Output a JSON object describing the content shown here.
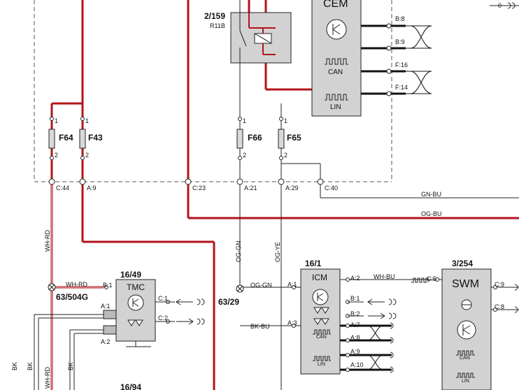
{
  "colors": {
    "red": "#b3141b",
    "grey_box": "#d2d2d2",
    "black": "#111111",
    "pink_wire": "#d9a3a7"
  },
  "cem": {
    "title": "CEM",
    "pins": [
      "B:8",
      "B:9",
      "F:16",
      "F:14"
    ],
    "can": "CAN",
    "lin": "LIN"
  },
  "relay": {
    "ref": "2/159",
    "code": "R11B"
  },
  "fuses": [
    {
      "name": "F64",
      "pin_top": "1",
      "pin_bottom": "2",
      "conn": "C:44"
    },
    {
      "name": "F43",
      "pin_top": "1",
      "pin_bottom": "2",
      "conn": "A:9"
    },
    {
      "name": "F66",
      "pin_top": "1",
      "pin_bottom": "2",
      "conn": "A:21"
    },
    {
      "name": "F65",
      "pin_top": "1",
      "pin_bottom": "2",
      "conn": "A:29"
    }
  ],
  "connectors": {
    "c23": "C:23",
    "c40": "C:40"
  },
  "wires": {
    "gn_bu": "GN-BU",
    "og_bu": "OG-BU",
    "wh_rd": "WH-RD",
    "og_gn": "OG-GN",
    "og_ye": "OG-YE",
    "wh_rd_h": "WH-RD",
    "og_gn_h": "OG-GN",
    "bk_bu": "BK-BU",
    "wh_bu": "WH-BU",
    "bk1": "BK",
    "bk2": "BK",
    "wh_rd_b": "WH-RD",
    "bk3": "BK"
  },
  "splices": {
    "s1": "63/504G",
    "s2": "63/29"
  },
  "tmc": {
    "ref": "16/49",
    "title": "TMC",
    "pins": [
      "B:1",
      "A:1",
      "A:2",
      "C:1",
      "C:2"
    ]
  },
  "icm": {
    "ref": "16/1",
    "title": "ICM",
    "pins_left": [
      "A:1",
      "A:3"
    ],
    "pins_right": [
      "A:2",
      "B:1",
      "B:2",
      "A:7",
      "A:8",
      "A:9",
      "A:10"
    ],
    "can": "CAN",
    "lin": "LIN"
  },
  "swm": {
    "ref": "3/254",
    "title": "SWM",
    "pin_left": "C:5",
    "pins_right": [
      "C:9",
      "C:8"
    ],
    "can": "CAN",
    "lin": "LIN"
  },
  "misc": {
    "ref_bottom": "16/94",
    "top_label": "0"
  }
}
